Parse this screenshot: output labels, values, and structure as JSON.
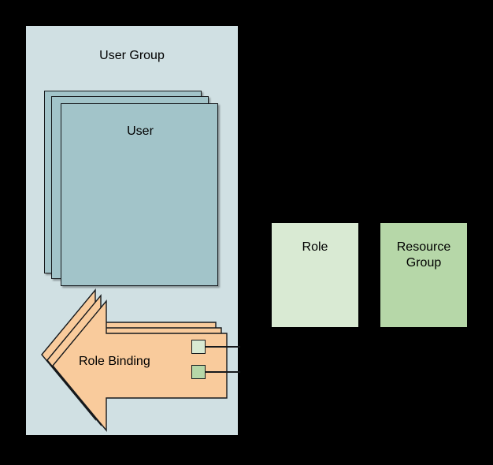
{
  "diagram": {
    "title": "RBAC role binding diagram",
    "background_color": "#000000",
    "user_group": {
      "label": "User Group",
      "fill_color": "#d0e0e3",
      "user_card": {
        "label": "User",
        "fill_color": "#a2c4c9",
        "stack_count": 3
      },
      "role_binding": {
        "label": "Role Binding",
        "fill_color": "#f9cb9c",
        "stack_count": 3,
        "shape": "left-arrow",
        "ports": [
          {
            "name": "role-port",
            "color": "#d9ead3"
          },
          {
            "name": "resource-group-port",
            "color": "#b6d7a8"
          }
        ]
      }
    },
    "targets": [
      {
        "label": "Role",
        "fill_color": "#d9ead3"
      },
      {
        "label": "Resource\nGroup",
        "fill_color": "#b6d7a8",
        "line1": "Resource",
        "line2": "Group"
      }
    ],
    "connectors": [
      {
        "name": "role-connector",
        "from": "role-port",
        "to": "Role",
        "color": "#16191c"
      },
      {
        "name": "resource-group-connector",
        "from": "resource-group-port",
        "to": "Resource Group",
        "color": "#16191c"
      }
    ]
  }
}
